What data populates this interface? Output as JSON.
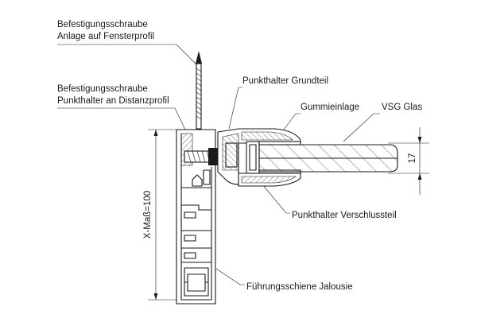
{
  "labels": {
    "screw_window_line1": "Befestigungsschraube",
    "screw_window_line2": "Anlage auf Fensterprofil",
    "screw_spacer_line1": "Befestigungsschraube",
    "screw_spacer_line2": "Punkthalter an Distanzprofil",
    "base_part": "Punkthalter Grundteil",
    "rubber_insert": "Gummieinlage",
    "glass": "VSG Glas",
    "closure_part": "Punkthalter Verschlussteil",
    "guide_rail": "Führungsschiene Jalousie"
  },
  "dimensions": {
    "x_measure": "X-Maß=100",
    "glass_thickness": "17"
  }
}
